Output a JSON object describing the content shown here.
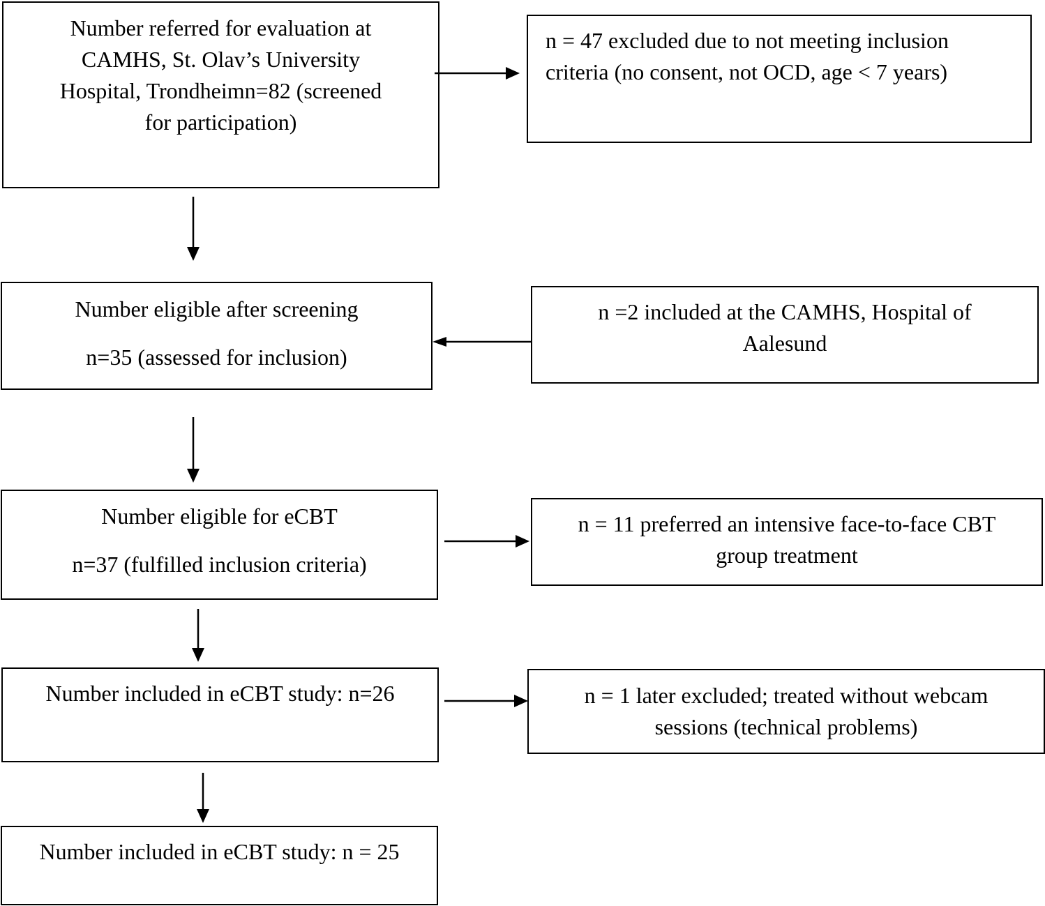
{
  "flowchart": {
    "referred": {
      "line1": "Number referred for evaluation at",
      "line2": "CAMHS, St. Olav’s University",
      "line3": "Hospital, Trondheimn=82 (screened",
      "line4": "for participation)"
    },
    "excluded_47": {
      "line1": "n = 47 excluded due to not meeting inclusion",
      "line2": "criteria (no consent, not OCD, age < 7 years)"
    },
    "eligible_after_screening": {
      "line1": "Number eligible after screening",
      "line2": "n=35 (assessed for inclusion)"
    },
    "aalesund": {
      "line1": "n =2 included at the CAMHS, Hospital of",
      "line2": "Aalesund"
    },
    "eligible_ecbt": {
      "line1": "Number eligible for eCBT",
      "line2": "n=37 (fulfilled inclusion criteria)"
    },
    "preferred_face_to_face": {
      "line1": "n = 11 preferred an intensive face-to-face CBT",
      "line2": "group treatment"
    },
    "included_26": {
      "line1": "Number included in eCBT study: n=26"
    },
    "excluded_1": {
      "line1": "n = 1 later excluded; treated without webcam",
      "line2": "sessions (technical problems)"
    },
    "included_25": {
      "line1": "Number included in eCBT study: n = 25"
    }
  }
}
